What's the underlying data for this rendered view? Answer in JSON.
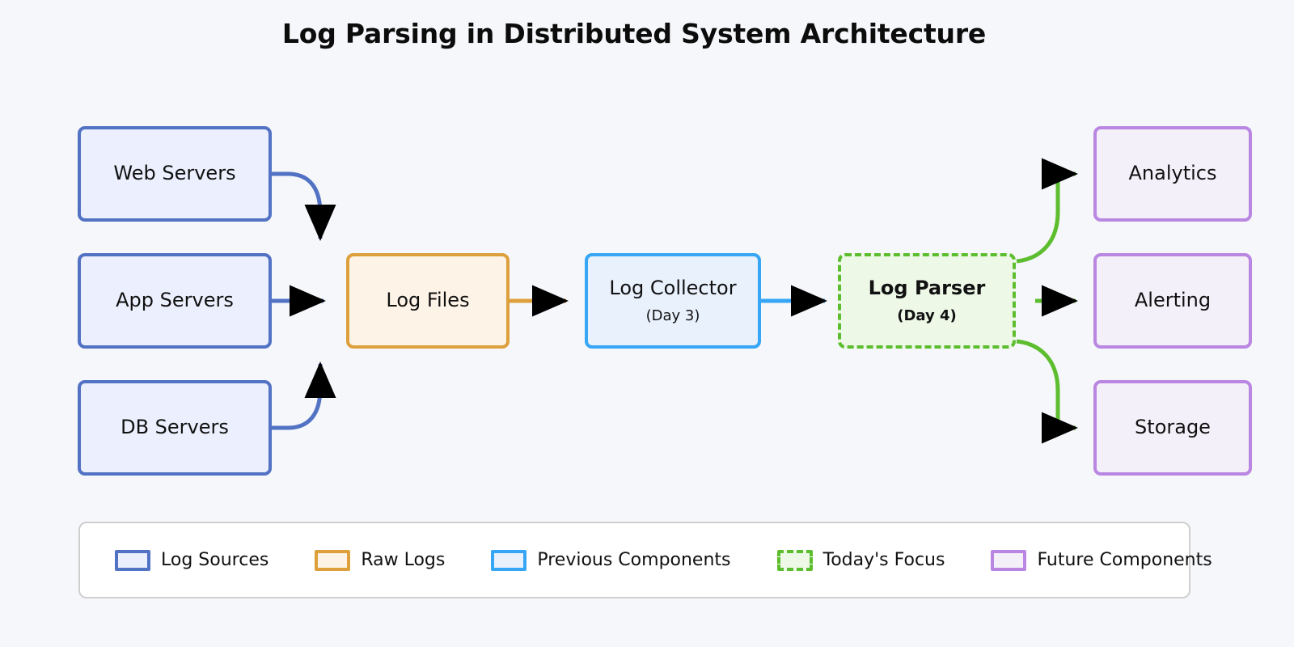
{
  "page": {
    "title": "Log Parsing in Distributed System Architecture",
    "background_color": "#f6f7fa"
  },
  "colors": {
    "log_sources_border": "#5272c4",
    "log_sources_fill": "#eceffd",
    "raw_logs_border": "#dda03c",
    "raw_logs_fill": "#fdf3e7",
    "previous_border": "#36a6f5",
    "previous_fill": "#e9f1fd",
    "focus_border": "#5cbe2e",
    "focus_fill": "#edf8e7",
    "future_border": "#b987e2",
    "future_fill": "#f4f0f9",
    "arrowhead": "#000000"
  },
  "nodes": {
    "web_servers": {
      "label": "Web Servers",
      "category": "Log Sources"
    },
    "app_servers": {
      "label": "App Servers",
      "category": "Log Sources"
    },
    "db_servers": {
      "label": "DB Servers",
      "category": "Log Sources"
    },
    "log_files": {
      "label": "Log Files",
      "category": "Raw Logs"
    },
    "log_collector": {
      "label": "Log Collector",
      "sublabel": "(Day 3)",
      "category": "Previous Components"
    },
    "log_parser": {
      "label": "Log Parser",
      "sublabel": "(Day 4)",
      "category": "Today's Focus"
    },
    "analytics": {
      "label": "Analytics",
      "category": "Future Components"
    },
    "alerting": {
      "label": "Alerting",
      "category": "Future Components"
    },
    "storage": {
      "label": "Storage",
      "category": "Future Components"
    }
  },
  "edges": [
    {
      "from": "web_servers",
      "to": "log_files",
      "color": "#5272c4"
    },
    {
      "from": "app_servers",
      "to": "log_files",
      "color": "#5272c4"
    },
    {
      "from": "db_servers",
      "to": "log_files",
      "color": "#5272c4"
    },
    {
      "from": "log_files",
      "to": "log_collector",
      "color": "#dda03c"
    },
    {
      "from": "log_collector",
      "to": "log_parser",
      "color": "#36a6f5"
    },
    {
      "from": "log_parser",
      "to": "analytics",
      "color": "#5cbe2e"
    },
    {
      "from": "log_parser",
      "to": "alerting",
      "color": "#5cbe2e"
    },
    {
      "from": "log_parser",
      "to": "storage",
      "color": "#5cbe2e"
    }
  ],
  "legend": {
    "items": [
      {
        "label": "Log Sources",
        "swatch": "sw-src"
      },
      {
        "label": "Raw Logs",
        "swatch": "sw-raw"
      },
      {
        "label": "Previous Components",
        "swatch": "sw-prev"
      },
      {
        "label": "Today's Focus",
        "swatch": "sw-focus"
      },
      {
        "label": "Future Components",
        "swatch": "sw-future"
      }
    ]
  }
}
